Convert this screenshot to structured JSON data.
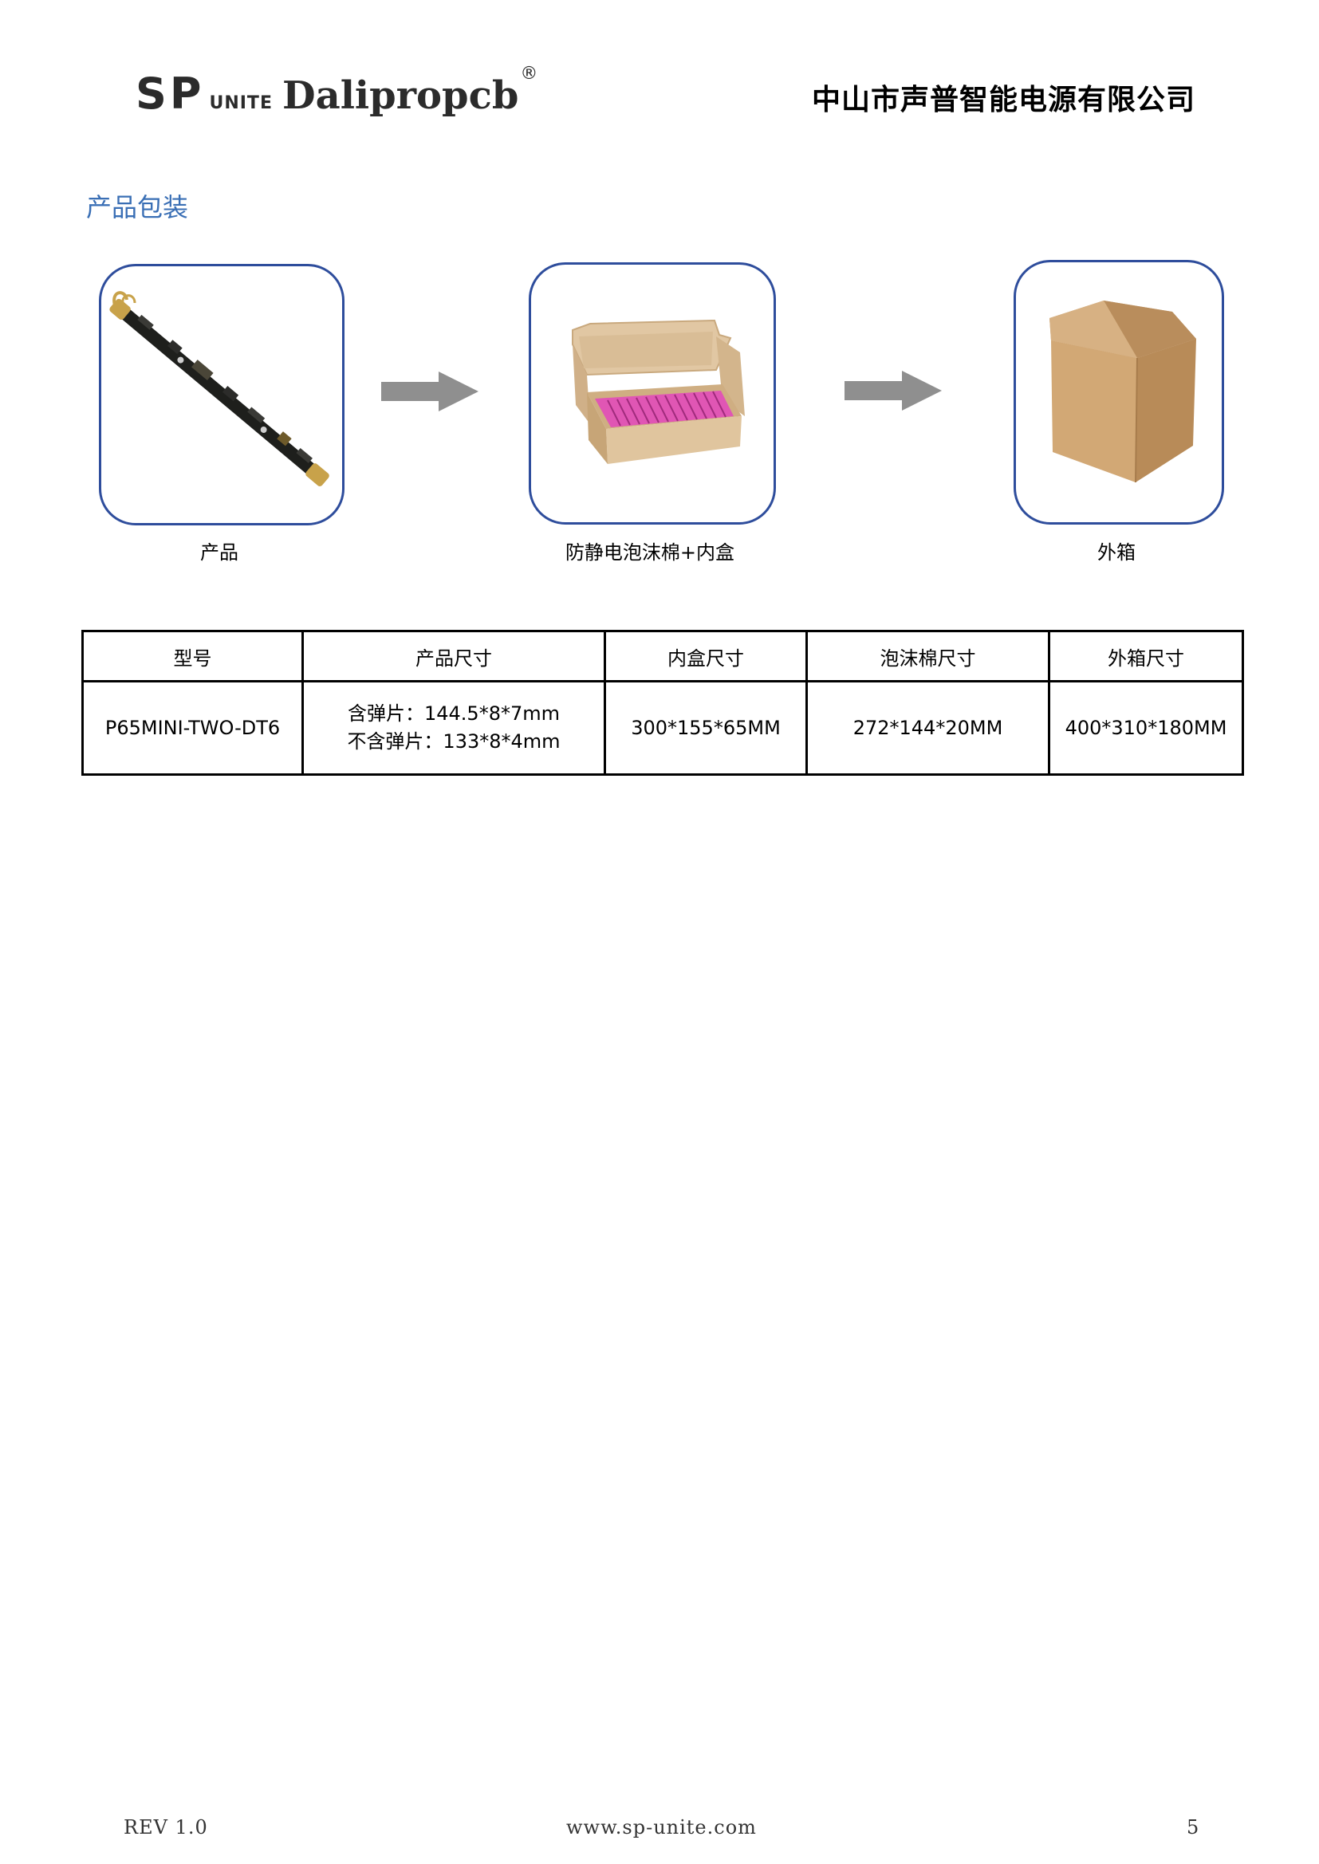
{
  "header": {
    "logo": {
      "sp": "SP",
      "unite": "UNITE",
      "brand": "Dalipropcb",
      "reg": "®"
    },
    "company": "中山市声普智能电源有限公司"
  },
  "section_title": "产品包装",
  "steps": [
    {
      "caption": "产品",
      "icon": "led-driver-board-image"
    },
    {
      "caption": "防静电泡沫棉+内盒",
      "icon": "foam-inner-box-image"
    },
    {
      "caption": "外箱",
      "icon": "carton-box-image"
    }
  ],
  "arrow_color": "#8f8f8f",
  "table": {
    "headers": [
      "型号",
      "产品尺寸",
      "内盒尺寸",
      "泡沫棉尺寸",
      "外箱尺寸"
    ],
    "row": {
      "model": "P65MINI-TWO-DT6",
      "size_line1": "含弹片：144.5*8*7mm",
      "size_line2": "不含弹片：133*8*4mm",
      "inner_box": "300*155*65MM",
      "foam": "272*144*20MM",
      "outer_box": "400*310*180MM"
    }
  },
  "footer": {
    "rev": "REV 1.0",
    "url": "www.sp-unite.com",
    "page": "5"
  }
}
